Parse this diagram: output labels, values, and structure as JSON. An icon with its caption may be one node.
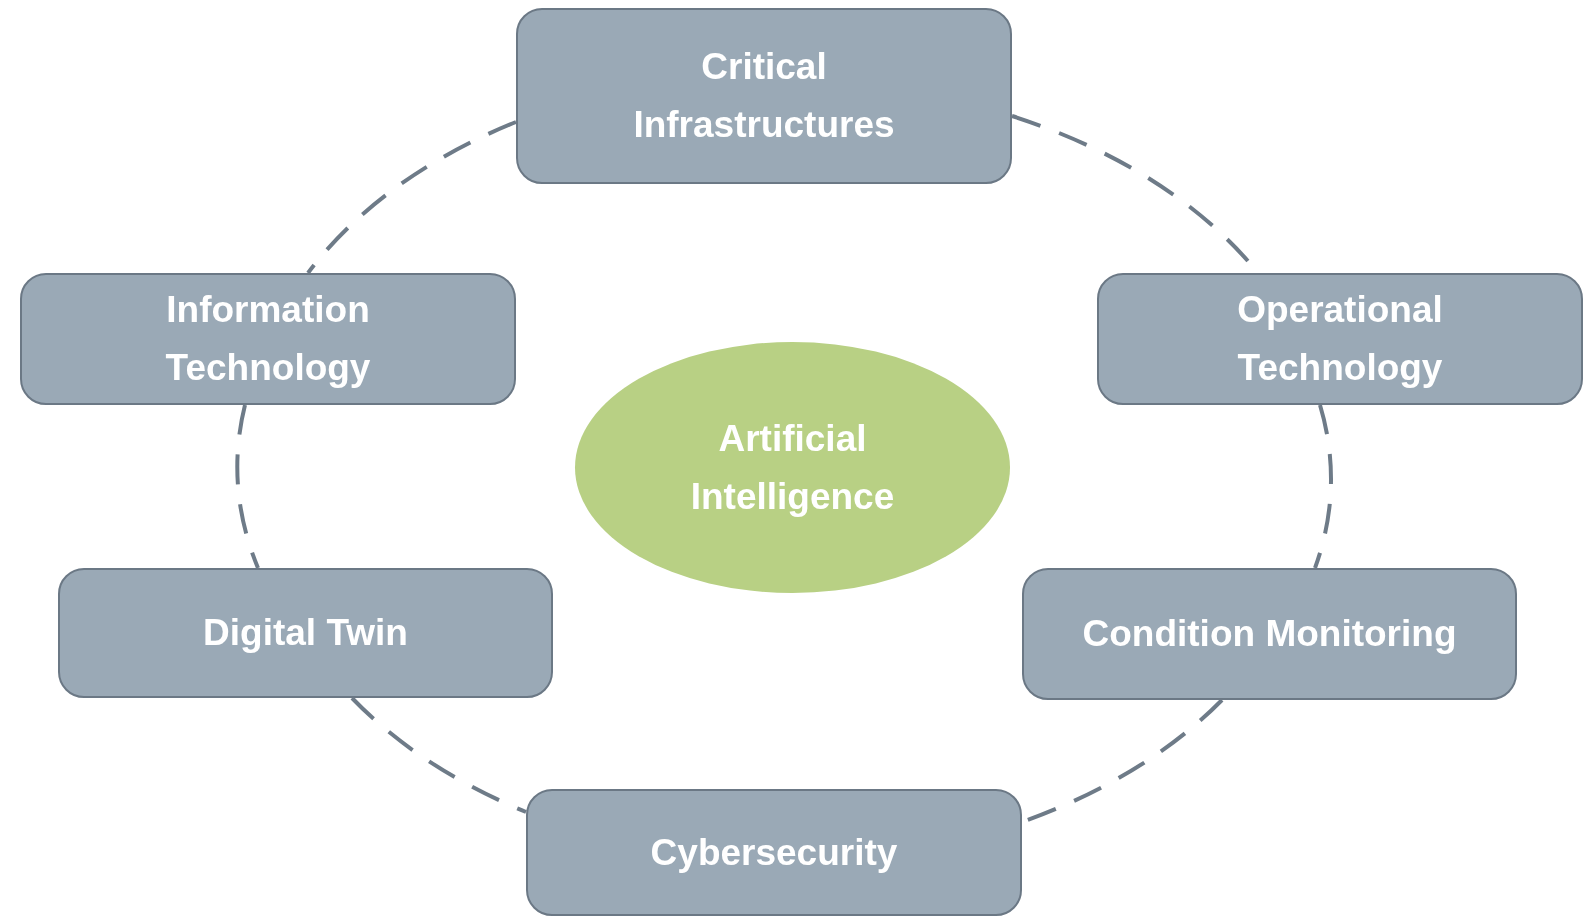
{
  "diagram": {
    "nodes": [
      {
        "text": [
          "Critical Infrastructures"
        ]
      },
      {
        "text": [
          "Information Technology"
        ]
      },
      {
        "text": [
          "Operational Technology"
        ]
      },
      {
        "text": [
          "Artificial Intelligence"
        ]
      },
      {
        "text": [
          "Digital Twin"
        ]
      },
      {
        "text": [
          "Condition Monitoring"
        ]
      },
      {
        "text": [
          "Cybersecurity"
        ]
      }
    ],
    "edges": [
      {
        "from": 0,
        "to": 1,
        "arrow": "none",
        "style": "dashed"
      },
      {
        "from": 0,
        "to": 2,
        "arrow": "none",
        "style": "dashed"
      },
      {
        "from": 1,
        "to": 4,
        "arrow": "none",
        "style": "dashed"
      },
      {
        "from": 2,
        "to": 5,
        "arrow": "none",
        "style": "dashed"
      },
      {
        "from": 4,
        "to": 6,
        "arrow": "none",
        "style": "dashed"
      },
      {
        "from": 5,
        "to": 6,
        "arrow": "none",
        "style": "dashed"
      }
    ]
  }
}
